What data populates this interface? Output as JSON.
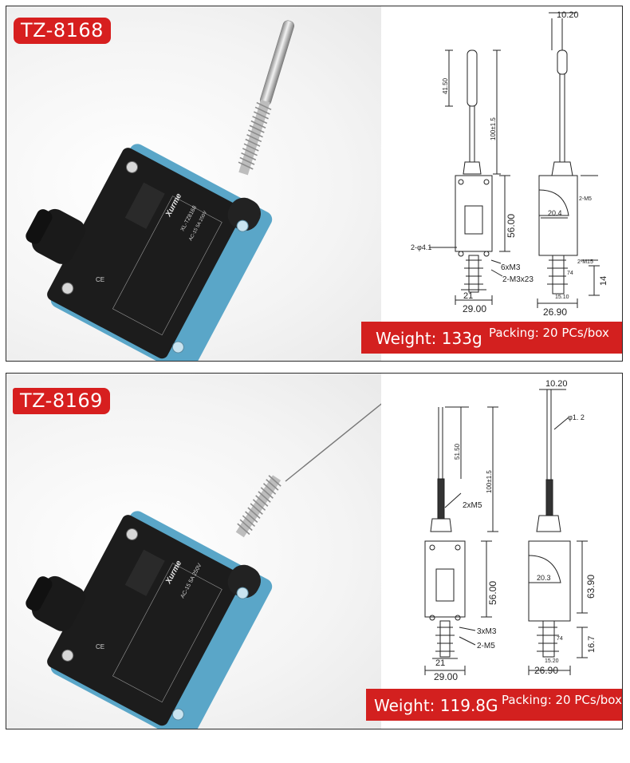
{
  "panels": [
    {
      "model": "TZ-8168",
      "weight": "Weight: 133g",
      "packing": "Packing: 20 PCs/box",
      "dims": {
        "top_width": "10.20",
        "rod_length": "41.50",
        "total_length": "100±1.5",
        "body_height": "56.00",
        "mount_hole": "2-φ4.1",
        "screws": "6xM3",
        "thread": "2-M3x23",
        "hole_spacing": "21",
        "width_front": "29.00",
        "width_side": "26.90",
        "side_offset": "20.4",
        "side_m5": "2-M5",
        "side_m15": "2-M15",
        "small_74": "74",
        "small_1510": "15.10",
        "height_14": "14"
      }
    },
    {
      "model": "TZ-8169",
      "weight": "Weight: 119.8G",
      "packing": "Packing: 20 PCs/box",
      "dims": {
        "top_width": "10.20",
        "wire_dia": "φ1. 2",
        "rod_length": "51.50",
        "total_length": "100±1.5",
        "top_screws": "2xM5",
        "body_height": "56.00",
        "side_height": "63.90",
        "screws": "3xM3",
        "thread": "2-M5",
        "hole_spacing": "21",
        "width_front": "29.00",
        "width_side": "26.90",
        "side_offset": "20.3",
        "small_74": "74",
        "small_1520": "15.20",
        "height_167": "16.7"
      }
    }
  ],
  "product_label": {
    "brand": "Xurme",
    "model_line": "XL-TZ8168",
    "rating": "AC-15 5A 250V",
    "ce_mark": "CE"
  },
  "colors": {
    "tag_red": "#d71f1f",
    "bar_red": "#d3201f",
    "switch_body": "#1b1b1b",
    "switch_base": "#5aa6c8"
  }
}
